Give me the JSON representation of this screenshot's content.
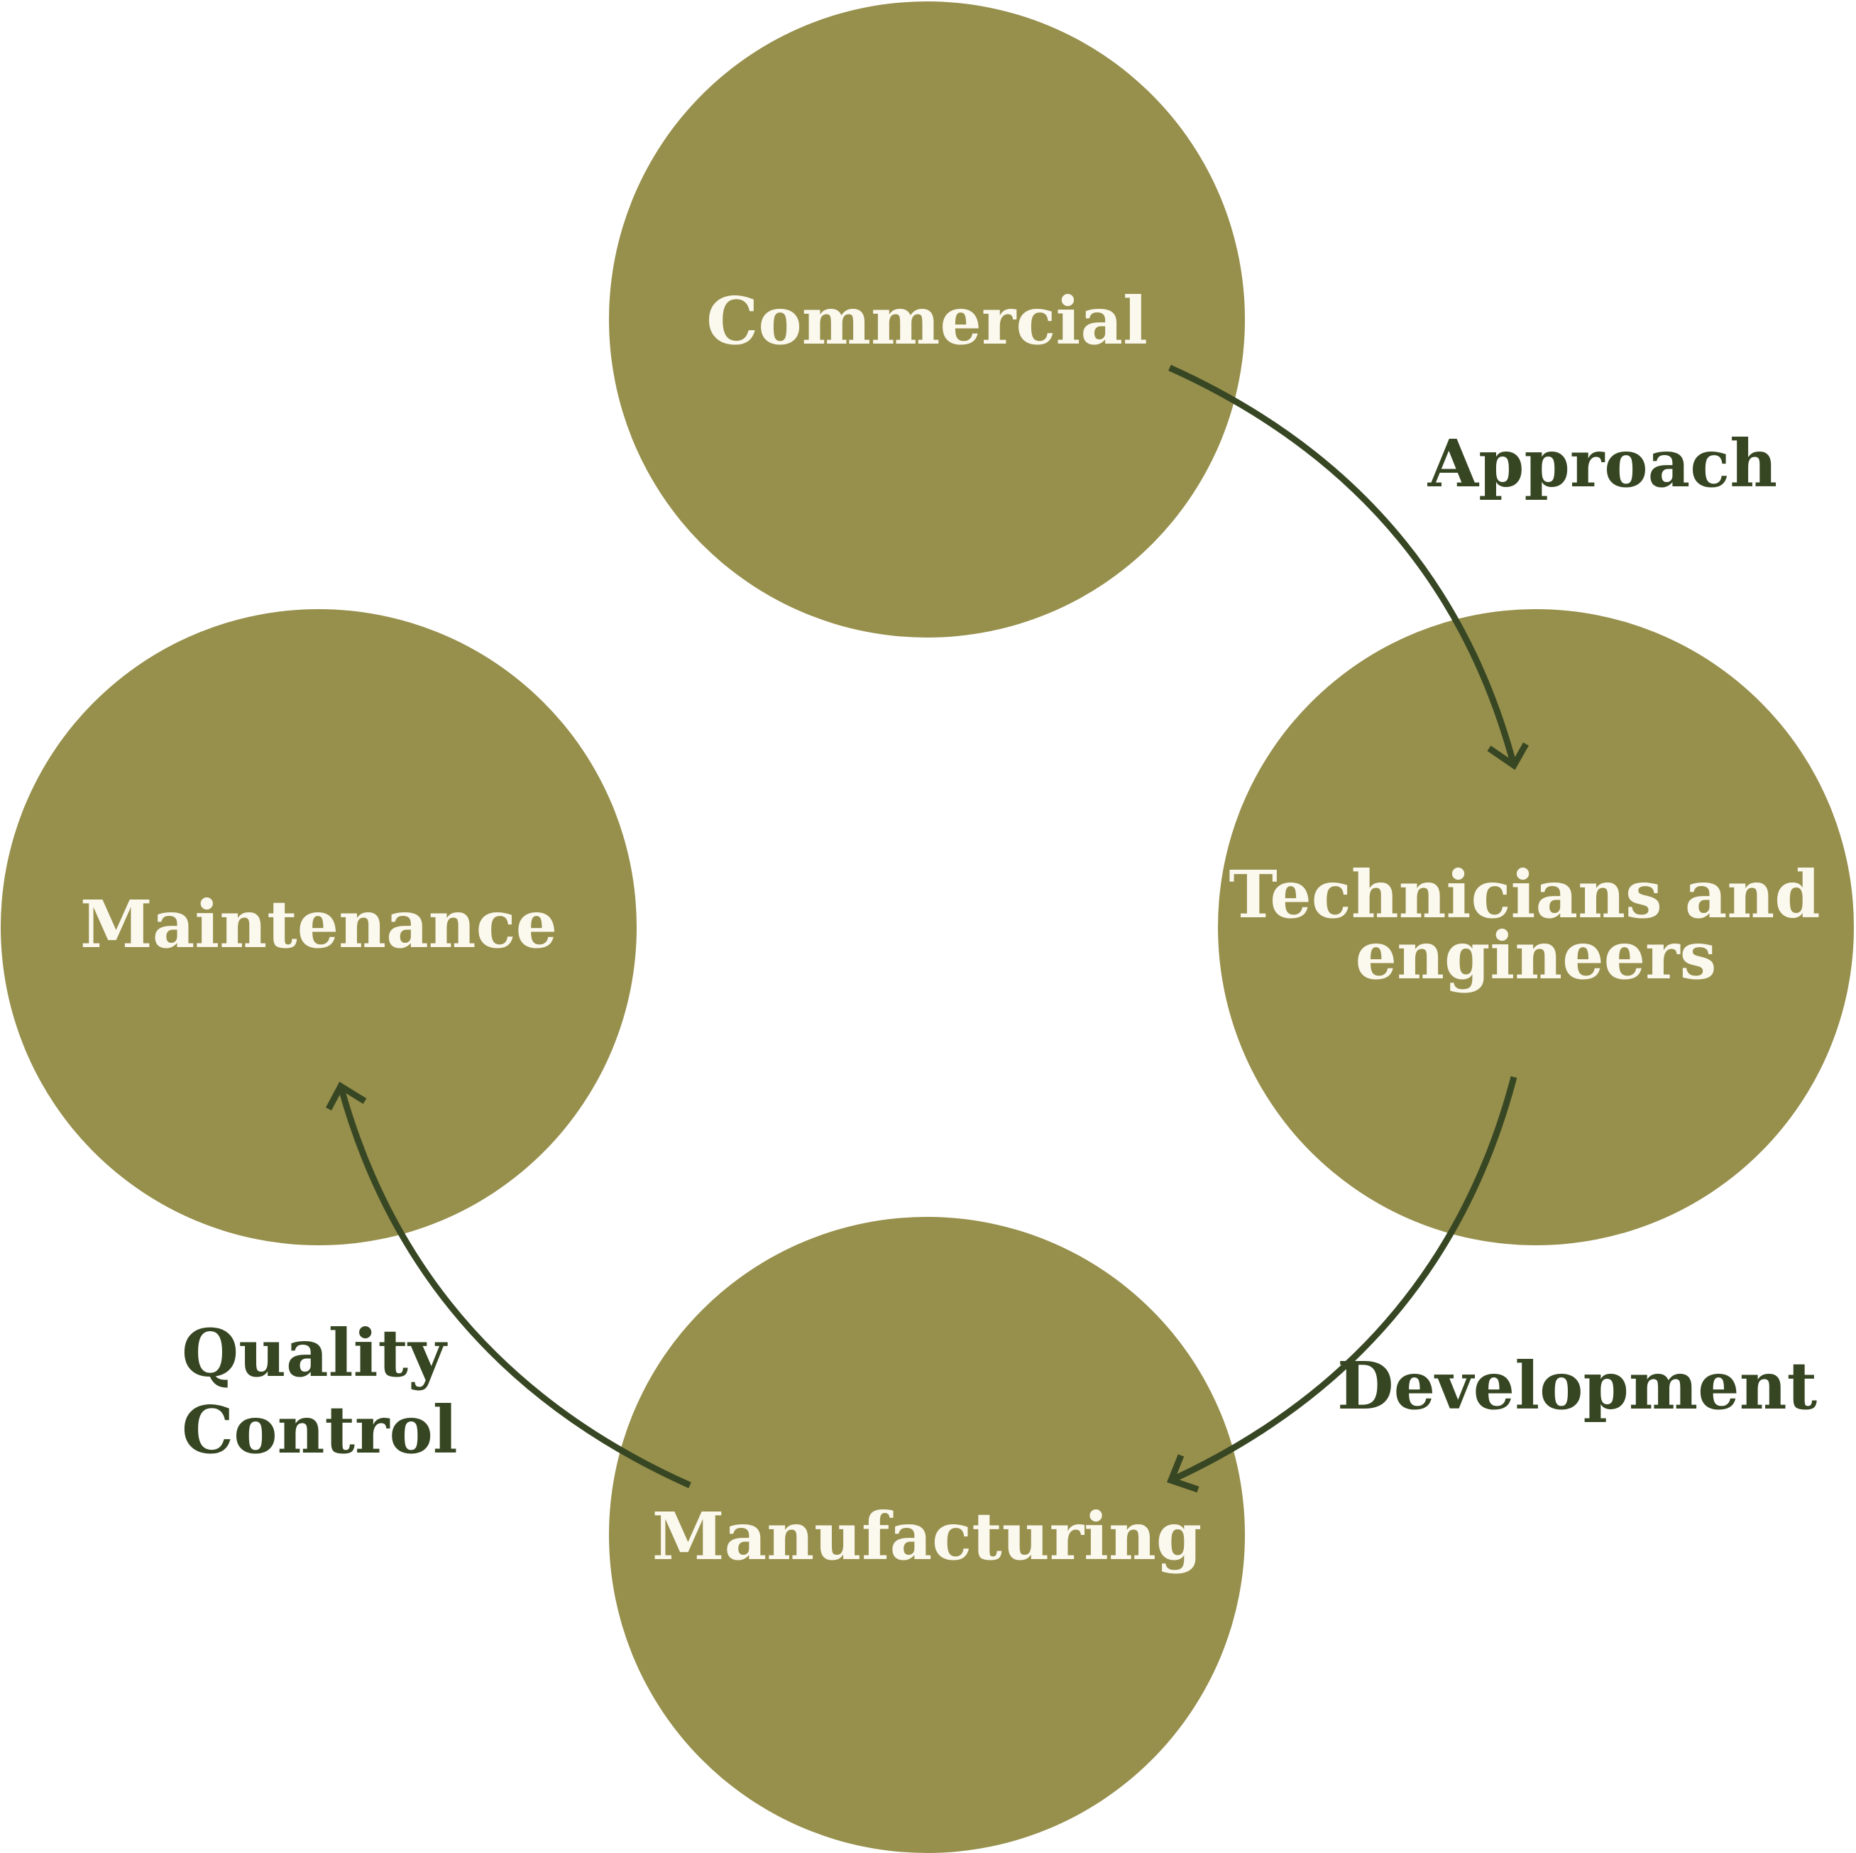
{
  "colors": {
    "node_fill": "#978f4c",
    "node_text": "#fbf8ee",
    "edge_stroke": "#384723",
    "edge_text": "#364622",
    "background": "#ffffff"
  },
  "nodes": {
    "commercial": {
      "label_lines": [
        "Commercial"
      ]
    },
    "technicians": {
      "label_lines": [
        "Technicians and",
        "engineers"
      ]
    },
    "manufacturing": {
      "label_lines": [
        "Manufacturing"
      ]
    },
    "maintenance": {
      "label_lines": [
        "Maintenance"
      ]
    }
  },
  "edges": {
    "approach": {
      "label_lines": [
        "Approach"
      ]
    },
    "development": {
      "label_lines": [
        "Development"
      ]
    },
    "quality_control": {
      "label_lines": [
        "Quality",
        "Control"
      ]
    }
  }
}
